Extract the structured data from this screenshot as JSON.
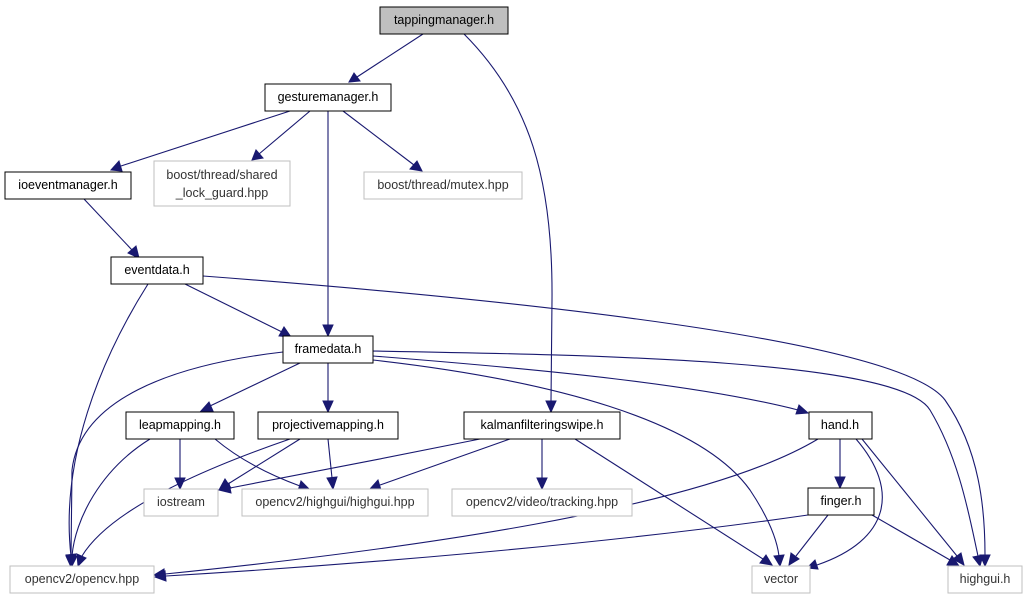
{
  "accent_color": "#191970",
  "nodes": {
    "tappingmanager": {
      "label": "tappingmanager.h",
      "kind": "root"
    },
    "gesturemanager": {
      "label": "gesturemanager.h",
      "kind": "local"
    },
    "ioeventmanager": {
      "label": "ioeventmanager.h",
      "kind": "local"
    },
    "shared_lock_guard": {
      "label_line1": "boost/thread/shared",
      "label_line2": "_lock_guard.hpp",
      "kind": "external"
    },
    "mutex": {
      "label": "boost/thread/mutex.hpp",
      "kind": "external"
    },
    "eventdata": {
      "label": "eventdata.h",
      "kind": "local"
    },
    "framedata": {
      "label": "framedata.h",
      "kind": "local"
    },
    "leapmapping": {
      "label": "leapmapping.h",
      "kind": "local"
    },
    "projectivemapping": {
      "label": "projectivemapping.h",
      "kind": "local"
    },
    "kalmanfilteringswipe": {
      "label": "kalmanfilteringswipe.h",
      "kind": "local"
    },
    "hand": {
      "label": "hand.h",
      "kind": "local"
    },
    "iostream": {
      "label": "iostream",
      "kind": "external"
    },
    "highgui_hpp": {
      "label": "opencv2/highgui/highgui.hpp",
      "kind": "external"
    },
    "tracking": {
      "label": "opencv2/video/tracking.hpp",
      "kind": "external"
    },
    "finger": {
      "label": "finger.h",
      "kind": "local"
    },
    "opencv": {
      "label": "opencv2/opencv.hpp",
      "kind": "external"
    },
    "vector": {
      "label": "vector",
      "kind": "external"
    },
    "highgui_h": {
      "label": "highgui.h",
      "kind": "external"
    }
  },
  "edges": [
    [
      "tappingmanager",
      "gesturemanager"
    ],
    [
      "tappingmanager",
      "kalmanfilteringswipe"
    ],
    [
      "gesturemanager",
      "ioeventmanager"
    ],
    [
      "gesturemanager",
      "shared_lock_guard"
    ],
    [
      "gesturemanager",
      "mutex"
    ],
    [
      "gesturemanager",
      "framedata"
    ],
    [
      "ioeventmanager",
      "eventdata"
    ],
    [
      "eventdata",
      "framedata"
    ],
    [
      "eventdata",
      "opencv"
    ],
    [
      "eventdata",
      "highgui_h"
    ],
    [
      "framedata",
      "leapmapping"
    ],
    [
      "framedata",
      "projectivemapping"
    ],
    [
      "framedata",
      "hand"
    ],
    [
      "framedata",
      "opencv"
    ],
    [
      "framedata",
      "vector"
    ],
    [
      "framedata",
      "highgui_h"
    ],
    [
      "leapmapping",
      "iostream"
    ],
    [
      "leapmapping",
      "opencv"
    ],
    [
      "leapmapping",
      "highgui_hpp"
    ],
    [
      "projectivemapping",
      "iostream"
    ],
    [
      "projectivemapping",
      "highgui_hpp"
    ],
    [
      "projectivemapping",
      "opencv"
    ],
    [
      "kalmanfilteringswipe",
      "iostream"
    ],
    [
      "kalmanfilteringswipe",
      "highgui_hpp"
    ],
    [
      "kalmanfilteringswipe",
      "tracking"
    ],
    [
      "kalmanfilteringswipe",
      "vector"
    ],
    [
      "hand",
      "finger"
    ],
    [
      "hand",
      "opencv"
    ],
    [
      "hand",
      "vector"
    ],
    [
      "hand",
      "highgui_h"
    ],
    [
      "finger",
      "opencv"
    ],
    [
      "finger",
      "vector"
    ],
    [
      "finger",
      "highgui_h"
    ]
  ]
}
